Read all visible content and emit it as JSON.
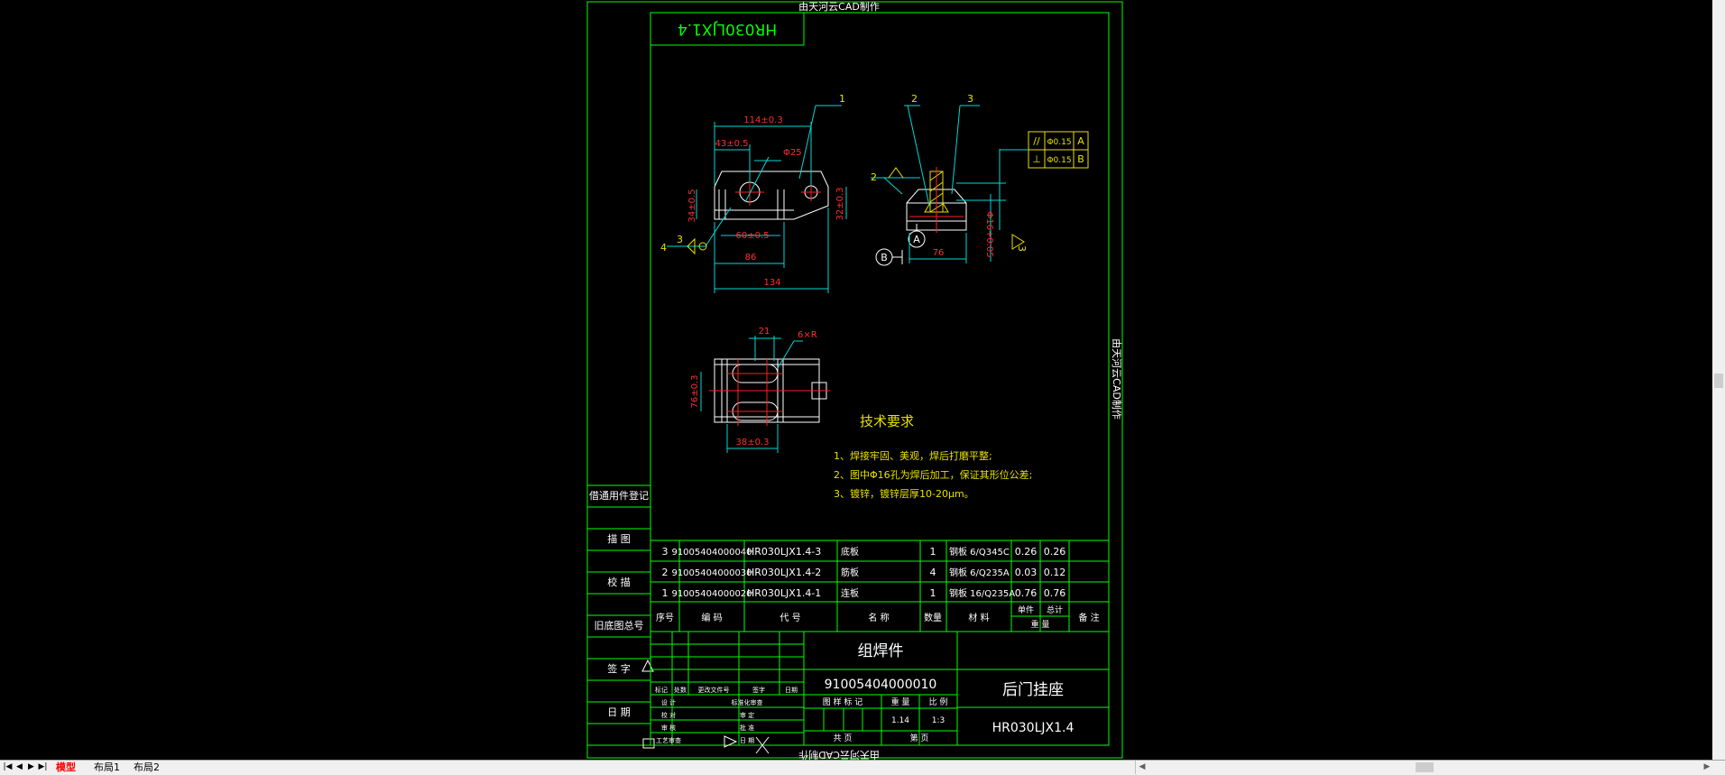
{
  "watermark": {
    "top": "由天河云CAD制作",
    "right": "由天河云CAD制作",
    "bottom": "由天河云CAD制作"
  },
  "drawing_number_box": "HR030LJX1.4",
  "balloons": {
    "b1": "1",
    "b2": "2",
    "b3": "3"
  },
  "datums": {
    "a": "A",
    "b": "B"
  },
  "tolerance": {
    "r1_sym": "//",
    "r1_val": "Φ0.15",
    "r1_ref": "A",
    "r2_sym": "⊥",
    "r2_val": "Φ0.15",
    "r2_ref": "B"
  },
  "dims": {
    "d114": "114±0.3",
    "d43": "43±0.5",
    "d25": "Φ25",
    "d34": "34±0.5",
    "d32": "32±0.3",
    "d60": "60±0.5",
    "d86": "86",
    "d134": "134",
    "d76": "76",
    "dphi": "Φ16+0.05",
    "d21": "21",
    "d6r": "6×R",
    "d76b": "76±0.3",
    "d38": "38±0.3",
    "weld_left": "3",
    "weld_left2": "4",
    "weld_right": "2",
    "weld_right2": "3"
  },
  "tech_req": {
    "title": "技术要求",
    "l1": "1、焊接牢固、美观，焊后打磨平整;",
    "l2": "2、图中Φ16孔为焊后加工，保证其形位公差;",
    "l3": "3、镀锌，镀锌层厚10-20μm。"
  },
  "side_labels": {
    "s1": "借通用件登记",
    "s2": "描  图",
    "s3": "校  描",
    "s4": "旧底图总号",
    "s5": "签  字",
    "s6": "日  期"
  },
  "bom": {
    "rows": [
      {
        "no": "3",
        "code": "91005404000040",
        "part": "HR030LJX1.4-3",
        "name": "底板",
        "qty": "1",
        "mat": "钢板 6/Q345C",
        "unit": "0.26",
        "total": "0.26"
      },
      {
        "no": "2",
        "code": "91005404000030",
        "part": "HR030LJX1.4-2",
        "name": "筋板",
        "qty": "4",
        "mat": "钢板 6/Q235A",
        "unit": "0.03",
        "total": "0.12"
      },
      {
        "no": "1",
        "code": "91005404000020",
        "part": "HR030LJX1.4-1",
        "name": "连板",
        "qty": "1",
        "mat": "钢板 16/Q235A",
        "unit": "0.76",
        "total": "0.76"
      }
    ],
    "header": {
      "no": "序号",
      "code": "编    码",
      "part": "代    号",
      "name": "名    称",
      "qty": "数量",
      "mat": "材    料",
      "unit": "单件",
      "total": "总计",
      "weight": "重    量",
      "remark": "备  注"
    }
  },
  "title_block": {
    "type": "组焊件",
    "code": "91005404000010",
    "name": "后门挂座",
    "drawing_no": "HR030LJX1.4",
    "stage": "图 样 标 记",
    "weight_lbl": "重  量",
    "scale_lbl": "比  例",
    "weight": "1.14",
    "scale": "1:3",
    "sheets": "共  页",
    "sheet": "第  页",
    "rev_hdr": [
      "标记",
      "处数",
      "更改文件号",
      "签字",
      "日期"
    ],
    "roles": [
      "设  计",
      "校  对",
      "审  核",
      "工艺审查"
    ],
    "roles2": [
      "标准化审查",
      "审  定",
      "批  准",
      "日  期"
    ]
  },
  "tabs": {
    "model": "模型",
    "layout1": "布局1",
    "layout2": "布局2"
  },
  "colors": {
    "border": "#00ff00",
    "dim": "#ff2020",
    "leader": "#00d8d8",
    "part": "#ffffff",
    "hatch": "#e8e000"
  }
}
